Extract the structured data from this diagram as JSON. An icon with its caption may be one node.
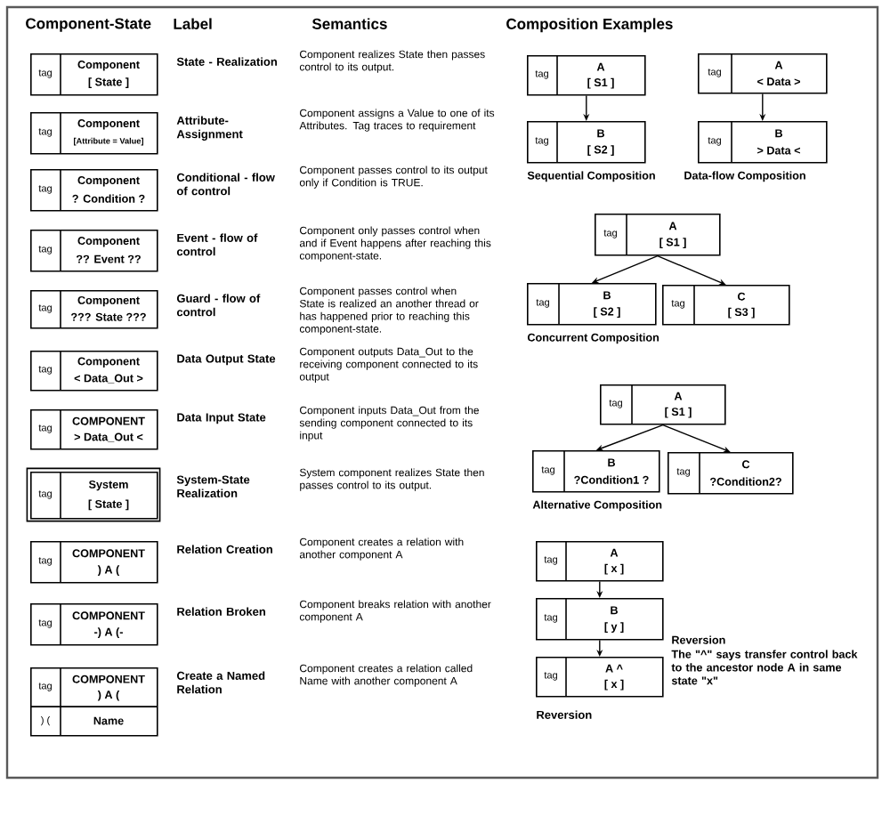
{
  "diagram": {
    "nodes": [
      {
        "text": [
          "tag",
          "Component",
          "[ State ]"
        ]
      },
      {
        "text": [
          "tag",
          "Component",
          "[Attribute = Value]"
        ]
      },
      {
        "text": [
          "tag",
          "Component",
          "? Condition ?"
        ]
      },
      {
        "text": [
          "tag",
          "Component",
          "?? Event ??"
        ]
      },
      {
        "text": [
          "tag",
          "Component",
          "??? State ???"
        ]
      },
      {
        "text": [
          "tag",
          "Component",
          "< Data_Out >"
        ]
      },
      {
        "text": [
          "tag",
          "COMPONENT",
          "> Data_Out <"
        ]
      },
      {
        "text": [
          "tag",
          "System",
          "[ State ]"
        ]
      },
      {
        "text": [
          "tag",
          "COMPONENT",
          ") A ("
        ]
      },
      {
        "text": [
          "tag",
          "COMPONENT",
          "-) A (-"
        ]
      },
      {
        "text": [
          "tag",
          "COMPONENT",
          ") A (",
          ") (",
          "Name"
        ]
      },
      {
        "text": [
          "tag",
          "A",
          "[ S1 ]"
        ]
      },
      {
        "text": [
          "tag",
          "B",
          "[ S2 ]"
        ]
      },
      {
        "text": [
          "tag",
          "A",
          "< Data >"
        ]
      },
      {
        "text": [
          "tag",
          "B",
          "> Data <"
        ]
      },
      {
        "text": [
          "tag",
          "A",
          "[ S1 ]"
        ]
      },
      {
        "text": [
          "tag",
          "B",
          "[ S2 ]"
        ]
      },
      {
        "text": [
          "tag",
          "C",
          "[ S3 ]"
        ]
      },
      {
        "text": [
          "tag",
          "A",
          "[ S1 ]"
        ]
      },
      {
        "text": [
          "tag",
          "B",
          "?Condition1 ?"
        ]
      },
      {
        "text": [
          "tag",
          "C",
          "?Condition2?"
        ]
      },
      {
        "text": [
          "tag",
          "A",
          "[ x ]"
        ]
      },
      {
        "text": [
          "tag",
          "B",
          "[ y ]"
        ]
      },
      {
        "text": [
          "tag",
          "A ^",
          "[ x ]"
        ]
      }
    ],
    "edges": [
      {
        "from": 11,
        "to": 12,
        "arrow": "to"
      },
      {
        "from": 13,
        "to": 14,
        "arrow": "to"
      },
      {
        "from": 15,
        "to": 16,
        "arrow": "to"
      },
      {
        "from": 15,
        "to": 17,
        "arrow": "to"
      },
      {
        "from": 18,
        "to": 19,
        "arrow": "to"
      },
      {
        "from": 18,
        "to": 20,
        "arrow": "to"
      },
      {
        "from": 21,
        "to": 22,
        "arrow": "to"
      },
      {
        "from": 22,
        "to": 23,
        "arrow": "to"
      }
    ],
    "labels": [
      "Component-State",
      "Label",
      "Semantics",
      "Composition Examples",
      "State - Realization",
      "Component realizes State then passes control to its output.",
      "Attribute- Assignment",
      "Component assigns a Value to one of its Attributes. Tag traces to requirement",
      "Conditional - flow of control",
      "Component passes control to its output only if Condition is TRUE.",
      "Event - flow of control",
      "Component only passes control when and if Event happens after reaching this component-state.",
      "Guard - flow of control",
      "Component passes control when State is realized an another thread or has happened prior to reaching this component-state.",
      "Data Output State",
      "Component outputs Data_Out to the receiving component connected to its output",
      "Data Input State",
      "Component inputs Data_Out from the sending component connected to its input",
      "System-State Realization",
      "System component realizes State then passes control to its output.",
      "Relation Creation",
      "Component creates a relation with another component A",
      "Relation Broken",
      "Component breaks relation with another component A",
      "Create a Named Relation",
      "Component creates a relation called Name with another component A",
      "Sequential Composition",
      "Data-flow Composition",
      "Concurrent Composition",
      "Alternative Composition",
      "Reversion",
      "The \"^\" says transfer control back to the ancestor node A in same state \"x\"",
      "Reversion"
    ]
  }
}
